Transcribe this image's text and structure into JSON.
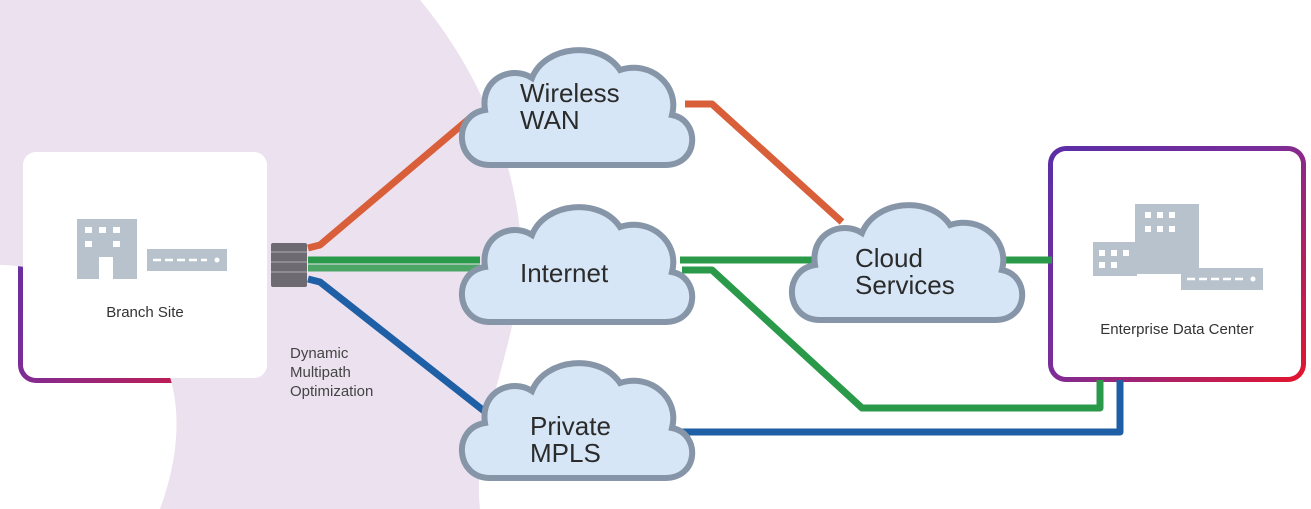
{
  "branch": {
    "label": "Branch Site"
  },
  "datacenter": {
    "label": "Enterprise Data Center"
  },
  "optimizer": {
    "line1": "Dynamic",
    "line2": "Multipath",
    "line3": "Optimization"
  },
  "clouds": {
    "wireless": {
      "line1": "Wireless",
      "line2": "WAN"
    },
    "internet": {
      "line1": "Internet"
    },
    "cloud_services": {
      "line1": "Cloud",
      "line2": "Services"
    },
    "mpls": {
      "line1": "Private",
      "line2": "MPLS"
    }
  },
  "colors": {
    "wireless_path": "#d95f3a",
    "internet_path": "#2a9a4a",
    "mpls_path": "#1f5fa6",
    "cloud_fill": "#d6e6f6",
    "cloud_stroke": "#8696a8",
    "background_blob": "#ece2ef"
  }
}
